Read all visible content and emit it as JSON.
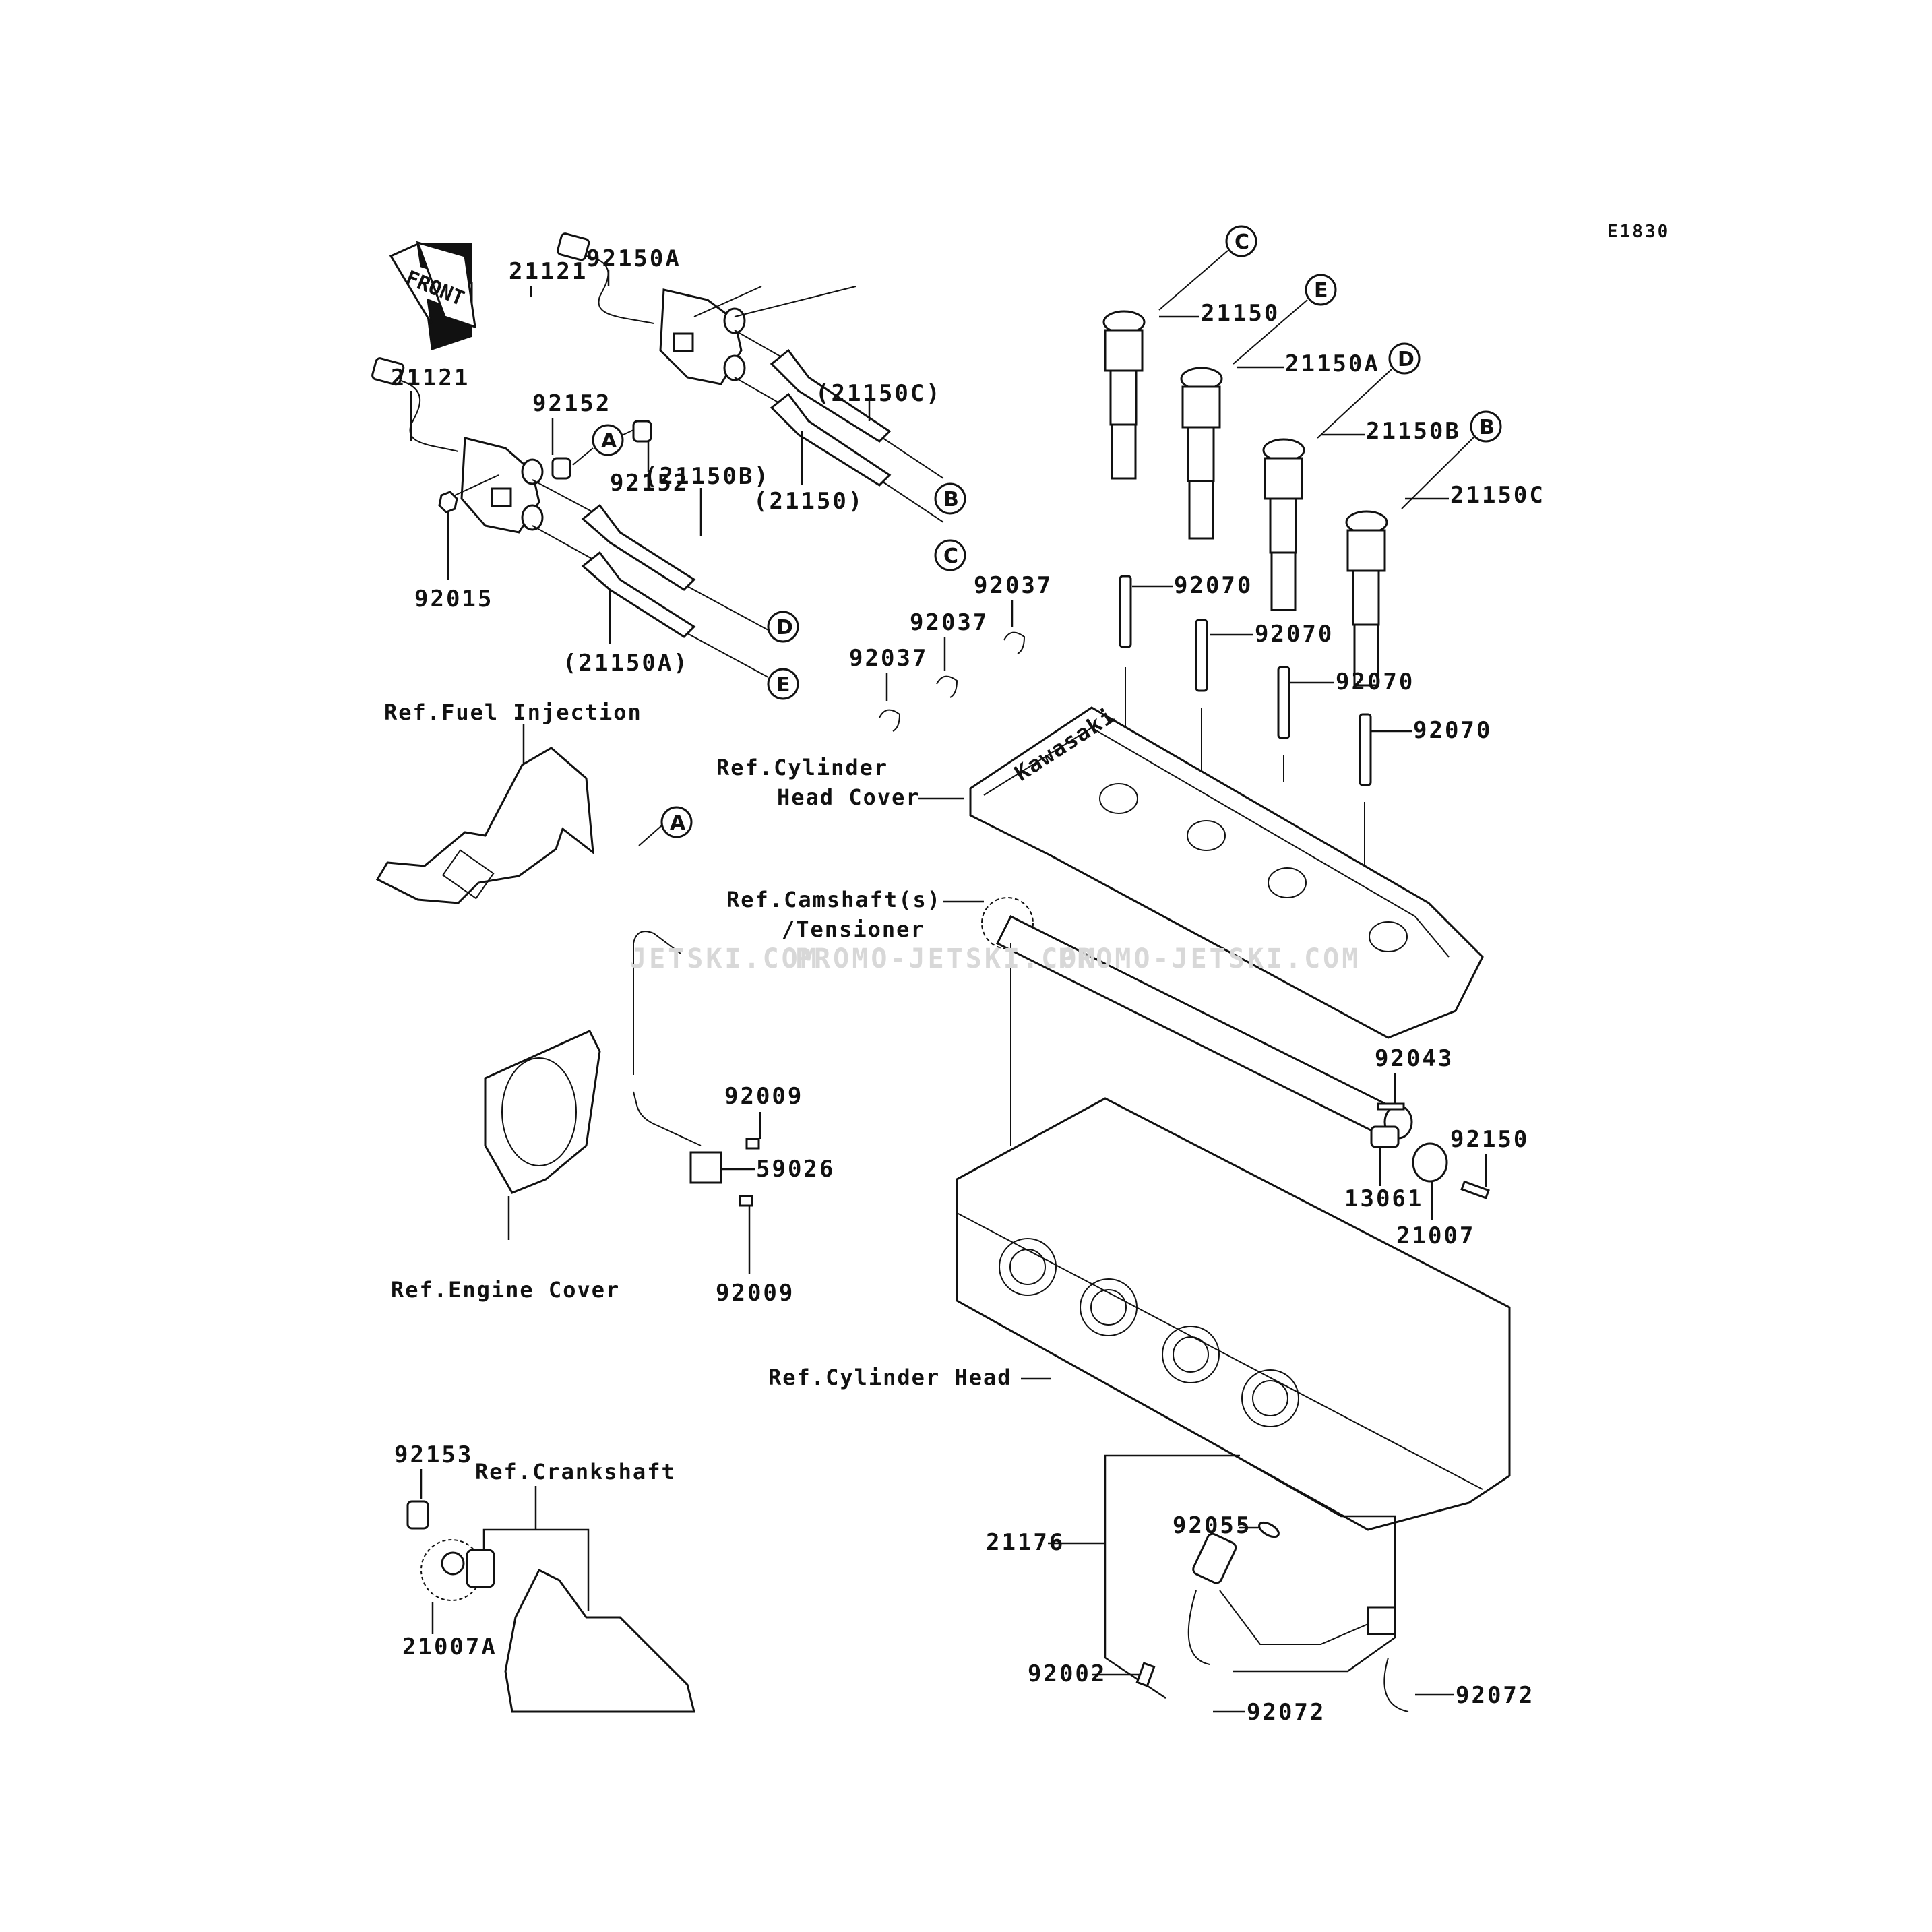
{
  "diagram": {
    "code": "E1830",
    "front_label": "FRONT",
    "watermark": [
      "JETSKI.COM",
      "PROMO-JETSKI.COM",
      "PROMO-JETSKI.COM"
    ],
    "references": {
      "fuel_injection": "Ref.Fuel Injection",
      "cylinder_head_cover_1": "Ref.Cylinder",
      "cylinder_head_cover_2": "Head Cover",
      "camshaft_1": "Ref.Camshaft(s)",
      "camshaft_2": "/Tensioner",
      "engine_cover": "Ref.Engine Cover",
      "cylinder_head": "Ref.Cylinder Head",
      "crankshaft": "Ref.Crankshaft"
    },
    "part_labels": {
      "coil_upper": "21121",
      "coil_lower": "21121",
      "bolt_92150A": "92150A",
      "collar_left": "92152",
      "collar_mid": "92152",
      "nut": "92015",
      "cap_21150C_paren": "(21150C)",
      "cap_21150_paren": "(21150)",
      "cap_21150B_paren": "(21150B)",
      "cap_21150A_paren": "(21150A)",
      "cap_21150": "21150",
      "cap_21150A": "21150A",
      "cap_21150B": "21150B",
      "cap_21150C": "21150C",
      "plug_1": "92070",
      "plug_2": "92070",
      "plug_3": "92070",
      "plug_4": "92070",
      "clamp_1": "92037",
      "clamp_2": "92037",
      "clamp_3": "92037",
      "screw_upper": "92009",
      "sensor_59026": "59026",
      "screw_lower": "92009",
      "pin_92043": "92043",
      "bolt_92150": "92150",
      "part_13061": "13061",
      "rotor_21007": "21007",
      "sensor_21176": "21176",
      "oring_92055": "92055",
      "bolt_92002": "92002",
      "band_1": "92072",
      "band_2": "92072",
      "bolt_92153": "92153",
      "rotor_21007A": "21007A"
    },
    "callouts": {
      "a1": "A",
      "a2": "A",
      "b1": "B",
      "b2": "B",
      "c1": "C",
      "c2": "C",
      "d1": "D",
      "d2": "D",
      "e1": "E",
      "e2": "E"
    },
    "head_cover_logo": "Kawasaki"
  }
}
